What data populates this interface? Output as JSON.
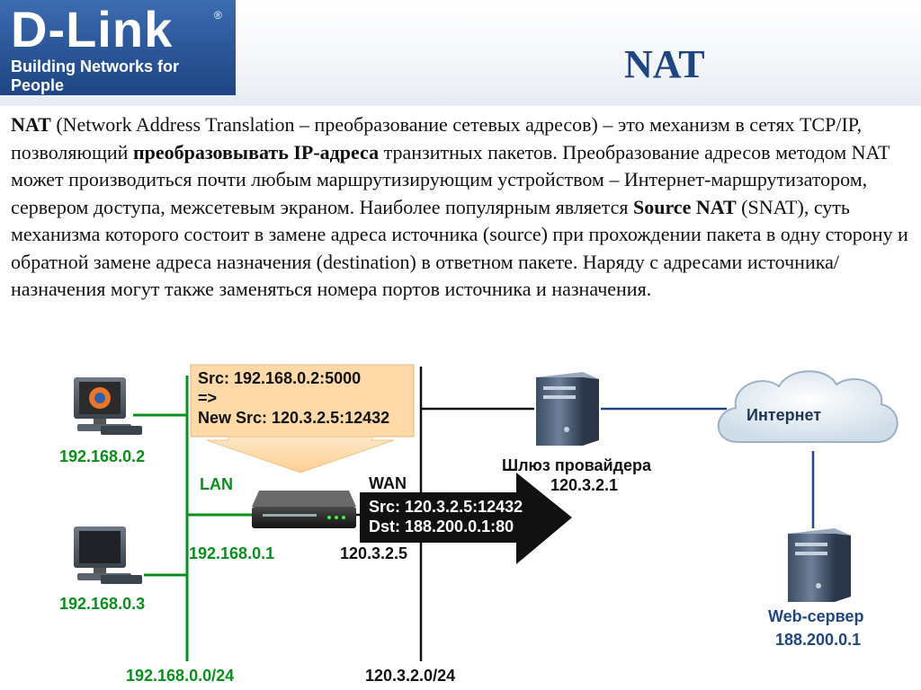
{
  "header": {
    "logo_name": "D-Link",
    "logo_reg": "®",
    "tagline": "Building Networks for People",
    "title": "NAT"
  },
  "body": {
    "p1": "NAT",
    "p2": " (Network Address Translation – преобразование сетевых адресов) – это механизм в сетях TCP/IP, позволяющий ",
    "p3": "преобразовывать IP-адреса",
    "p4": " транзитных пакетов. Преобразование адресов методом NAT может производиться почти любым маршрутизирующим устройством – Интернет-маршрутизатором, сервером доступа, межсетевым экраном. Наиболее популярным является ",
    "p5": "Source NAT",
    "p6": " (SNAT), суть механизма которого состоит в замене адреса источника (source) при прохождении пакета в одну сторону и обратной замене адреса назначения (destination) в ответном пакете. Наряду с адресами источника/назначения могут также заменяться номера портов источника и назначения."
  },
  "diagram": {
    "pc1_ip": "192.168.0.2",
    "pc2_ip": "192.168.0.3",
    "lan_label": "LAN",
    "router_lan_ip": "192.168.0.1",
    "lan_subnet": "192.168.0.0/24",
    "wan_label": "WAN",
    "router_wan_ip": "120.3.2.5",
    "wan_subnet": "120.3.2.0/24",
    "orig_packet": {
      "line1": "Src: 192.168.0.2:5000",
      "line2": "=>",
      "line3": "New Src: 120.3.2.5:12432"
    },
    "nat_packet": {
      "line1": "Src: 120.3.2.5:12432",
      "line2": "Dst: 188.200.0.1:80"
    },
    "gateway_label": "Шлюз провайдера",
    "gateway_ip": "120.3.2.1",
    "internet_label": "Интернет",
    "webserver_label": "Web-сервер",
    "webserver_ip": "188.200.0.1"
  },
  "colors": {
    "brand_blue": "#1f4683",
    "lan_green": "#0b8f1c",
    "packet_orange": "#ffd9a8",
    "nat_arrow": "#111111"
  }
}
